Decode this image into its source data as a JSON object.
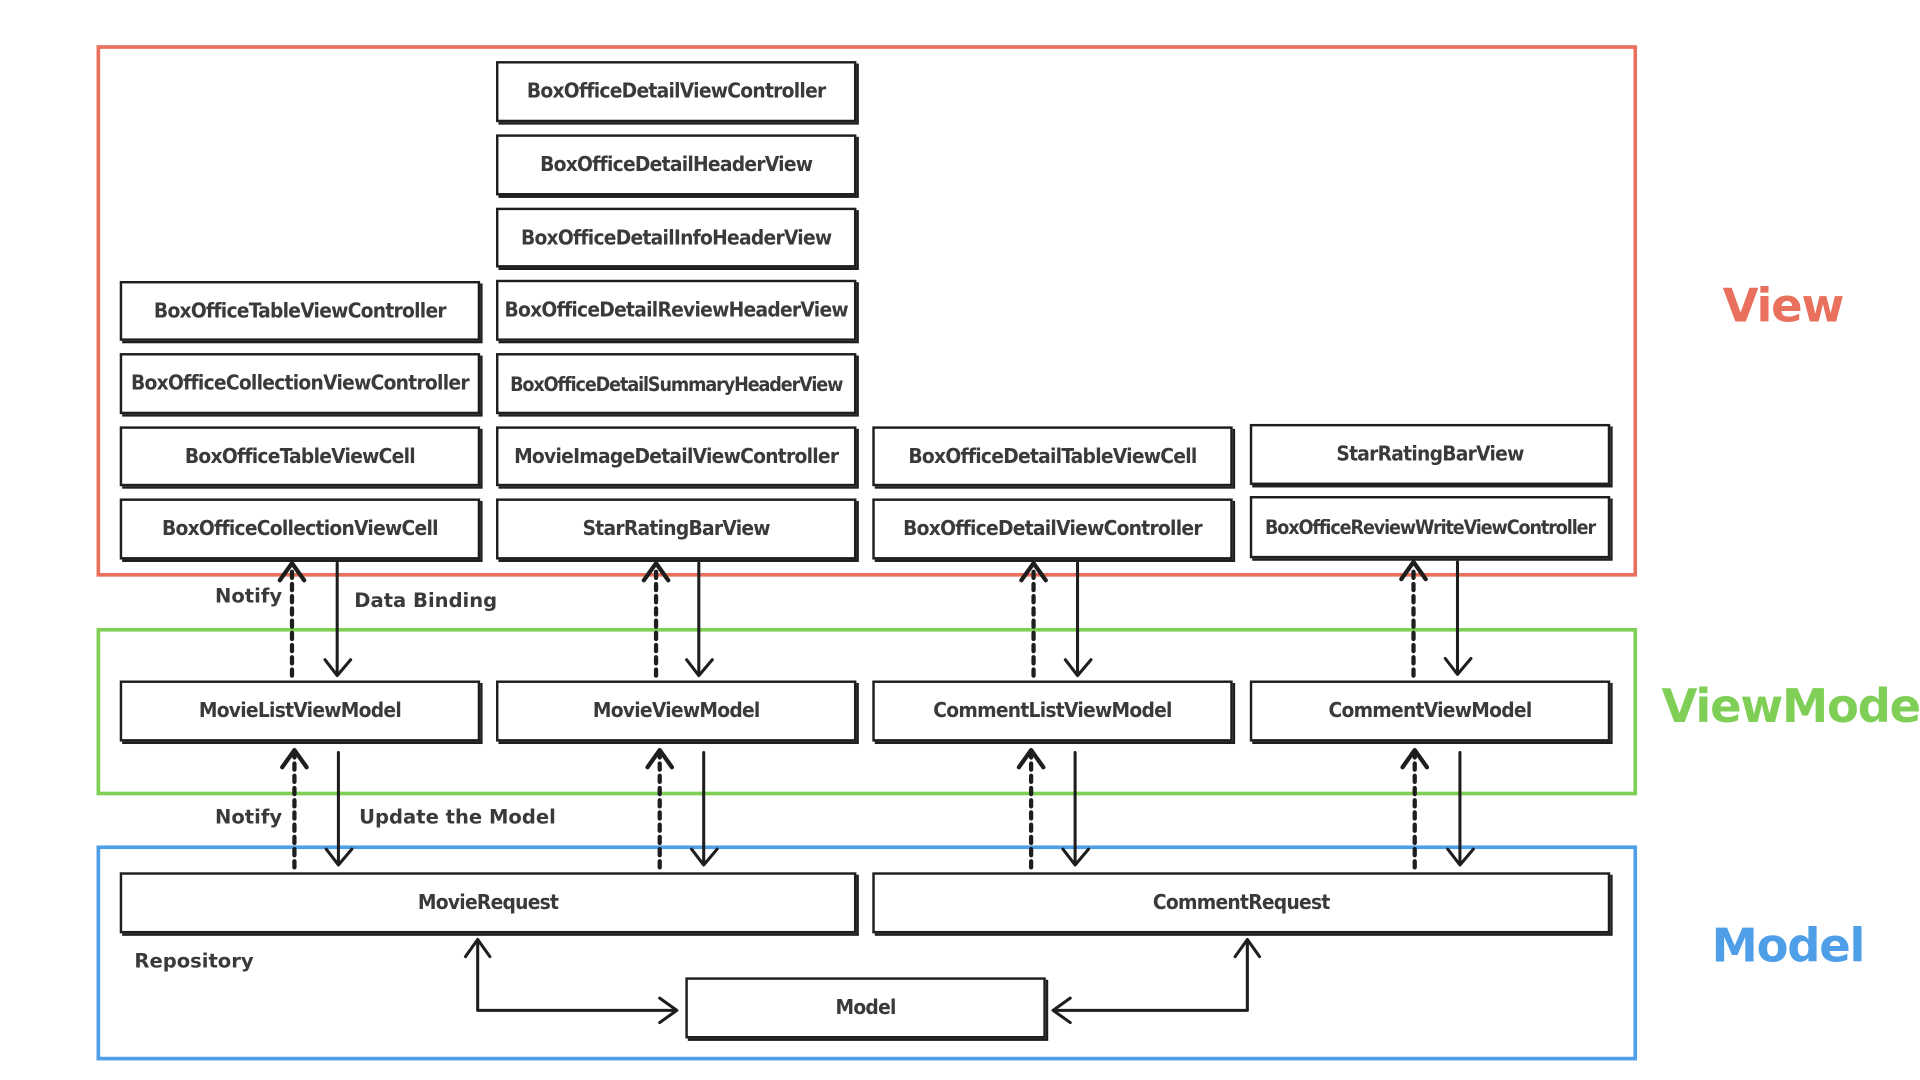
{
  "layers": {
    "view": {
      "title": "View",
      "color": "#e8705c"
    },
    "viewmodel": {
      "title": "ViewModel",
      "color": "#7fcf57"
    },
    "model": {
      "title": "Model",
      "color": "#4f9fe8"
    }
  },
  "view_boxes": {
    "col1": [
      "BoxOfficeTableViewController",
      "BoxOfficeCollectionViewController",
      "BoxOfficeTableViewCell",
      "BoxOfficeCollectionViewCell"
    ],
    "col2": [
      "BoxOfficeDetailViewController",
      "BoxOfficeDetailHeaderView",
      "BoxOfficeDetailInfoHeaderView",
      "BoxOfficeDetailReviewHeaderView",
      "BoxOfficeDetailSummaryHeaderView",
      "MovieImageDetailViewController",
      "StarRatingBarView"
    ],
    "col3": [
      "BoxOfficeDetailTableViewCell",
      "BoxOfficeDetailViewController"
    ],
    "col4": [
      "StarRatingBarView",
      "BoxOfficeReviewWriteViewController"
    ]
  },
  "viewmodels": [
    "MovieListViewModel",
    "MovieViewModel",
    "CommentListViewModel",
    "CommentViewModel"
  ],
  "requests": {
    "movie": "MovieRequest",
    "comment": "CommentRequest"
  },
  "model_box": "Model",
  "labels": {
    "notify_top": "Notify",
    "data_binding": "Data Binding",
    "notify_bottom": "Notify",
    "update_model": "Update the Model",
    "repository": "Repository"
  },
  "colors": {
    "stroke": "#1e1e1e",
    "text": "#3a3a3a"
  }
}
